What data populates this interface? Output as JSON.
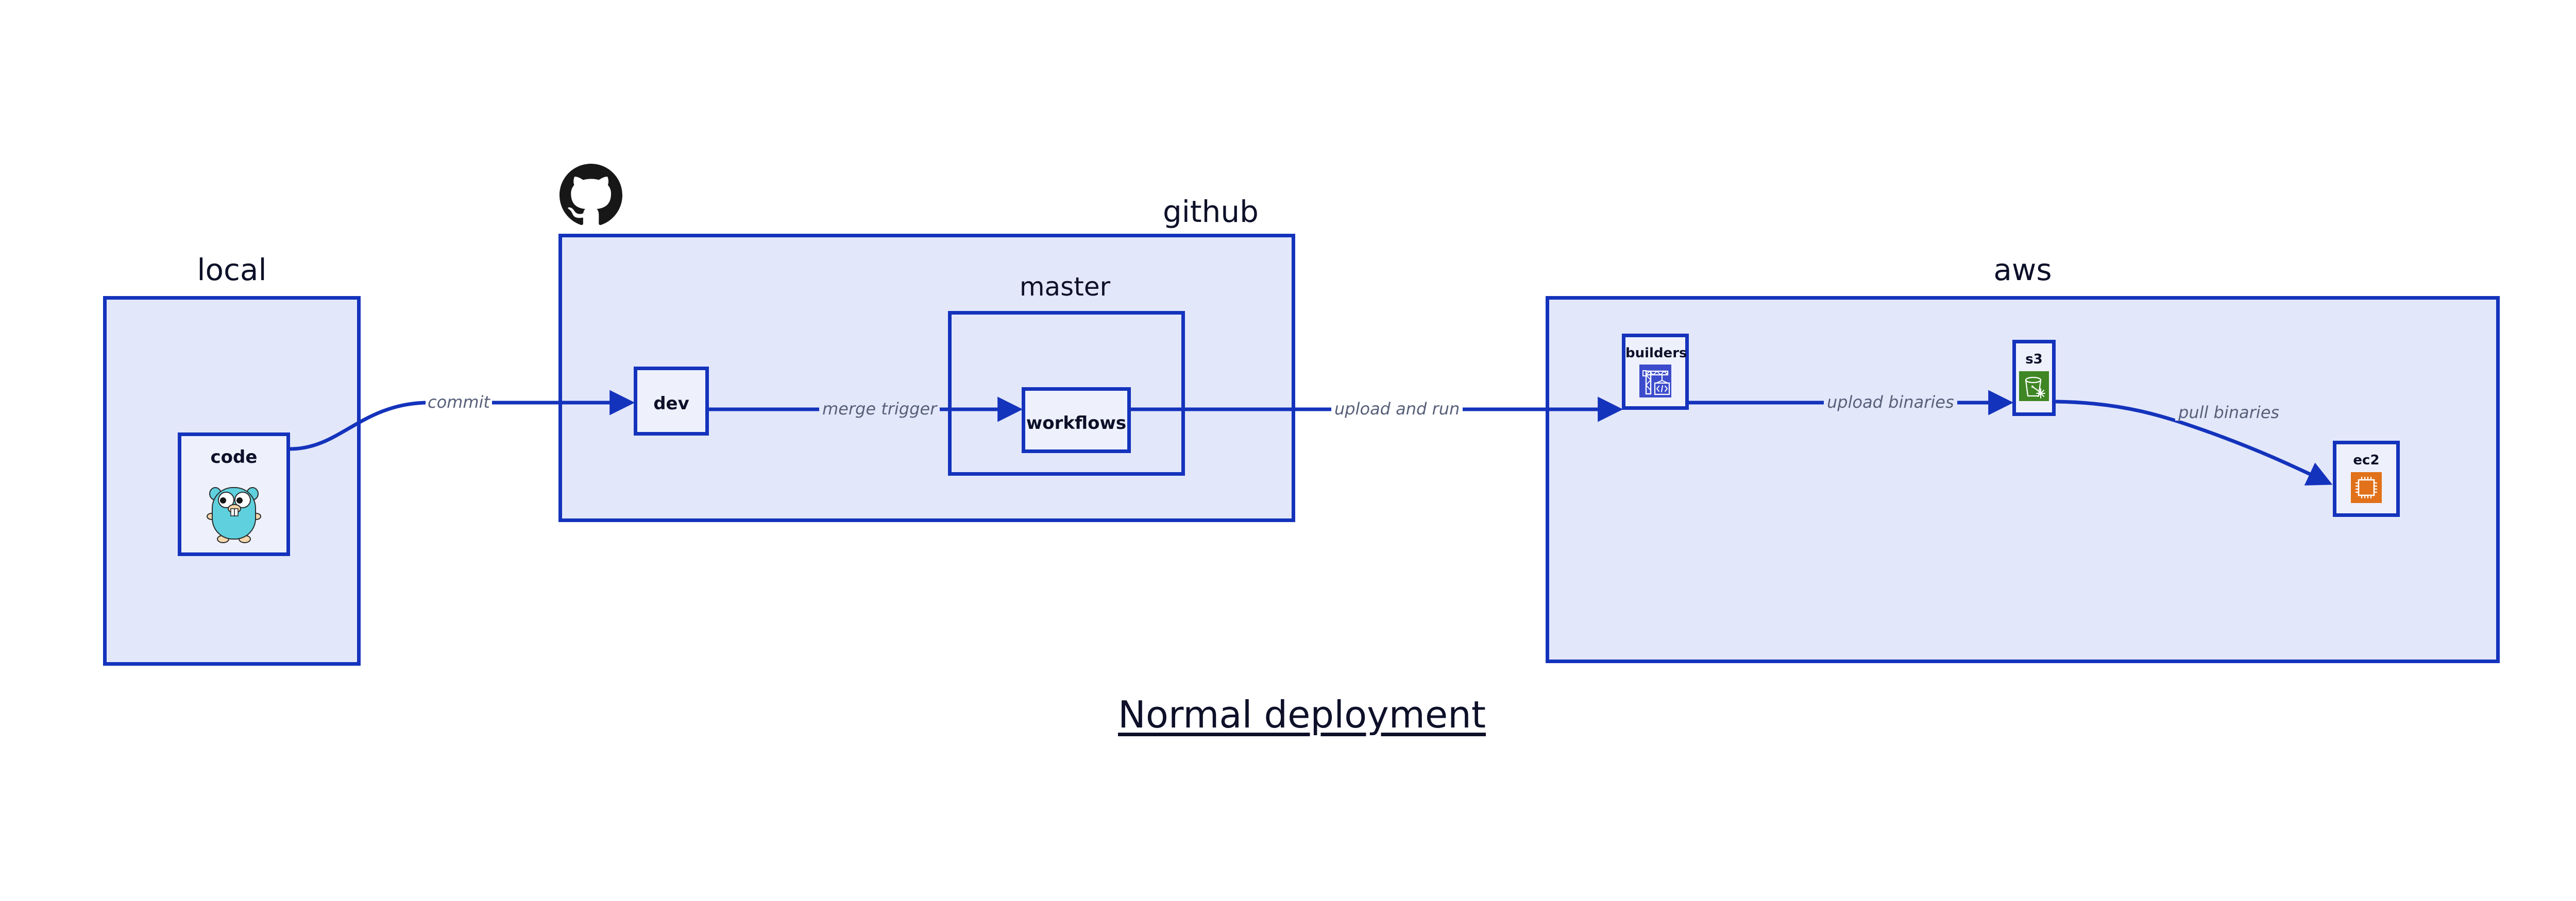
{
  "diagram": {
    "title": "Normal deployment",
    "type": "flow-diagram",
    "colors": {
      "group_fill": "#e2e7fa",
      "node_fill": "#eef1fc",
      "border": "#1433bc",
      "edge_stroke": "#1433bc",
      "edge_label_text": "#58607a",
      "node_text": "#0d1028",
      "builders_icon_bg": "#3c4ccc",
      "s3_icon_bg": "#3f8624",
      "ec2_icon_bg": "#e1711a",
      "gopher_body": "#5fd0de",
      "github_mark": "#181717",
      "page_background": "#ffffff"
    }
  },
  "groups": [
    {
      "id": "local",
      "label": "local"
    },
    {
      "id": "github",
      "label": "github"
    },
    {
      "id": "master",
      "label": "master"
    },
    {
      "id": "aws",
      "label": "aws"
    }
  ],
  "nodes": [
    {
      "id": "code",
      "label": "code",
      "icon": "go-gopher-icon",
      "group": "local"
    },
    {
      "id": "dev",
      "label": "dev",
      "icon": null,
      "group": "github"
    },
    {
      "id": "workflows",
      "label": "workflows",
      "icon": null,
      "group": "master"
    },
    {
      "id": "builders",
      "label": "builders",
      "icon": "aws-codebuild-icon",
      "group": "aws"
    },
    {
      "id": "s3",
      "label": "s3",
      "icon": "aws-s3-glacier-icon",
      "group": "aws"
    },
    {
      "id": "ec2",
      "label": "ec2",
      "icon": "aws-ec2-icon",
      "group": "aws"
    }
  ],
  "edges": [
    {
      "id": "code-to-dev",
      "from": "code",
      "to": "dev",
      "label": "commit"
    },
    {
      "id": "dev-to-workflows",
      "from": "dev",
      "to": "workflows",
      "label": "merge trigger"
    },
    {
      "id": "workflows-to-builders",
      "from": "workflows",
      "to": "builders",
      "label": "upload and run"
    },
    {
      "id": "builders-to-s3",
      "from": "builders",
      "to": "s3",
      "label": "upload binaries"
    },
    {
      "id": "s3-to-ec2",
      "from": "s3",
      "to": "ec2",
      "label": "pull binaries"
    }
  ],
  "branding": {
    "github_logo_name": "github-mark-icon"
  }
}
